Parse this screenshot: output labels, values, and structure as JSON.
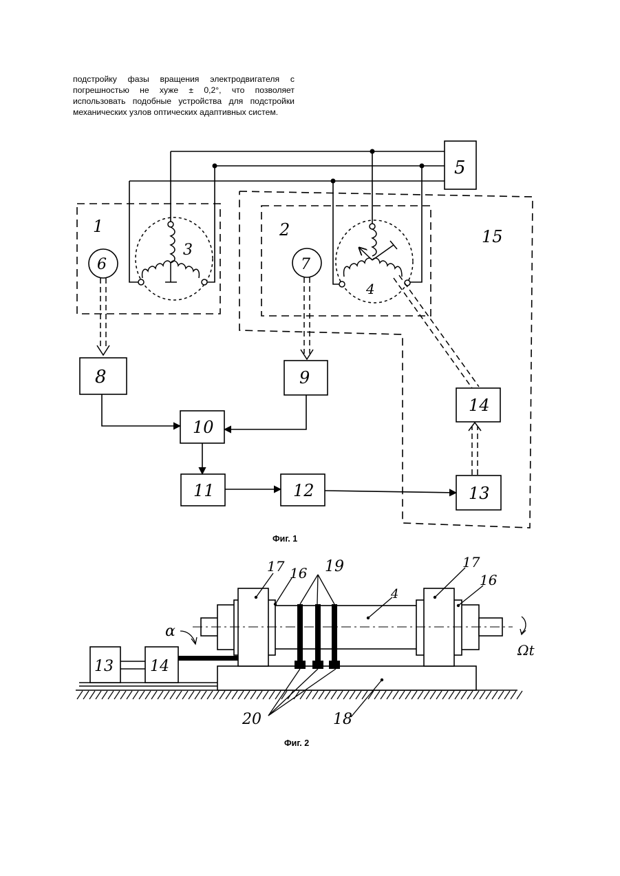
{
  "paragraph": "подстройку фазы вращения электродвигателя с погрешностью не хуже ± 0,2°, что позволяет использовать подобные устройства для подстройки механических узлов оптических адаптивных систем.",
  "figure1": {
    "caption": "Фиг. 1",
    "labels": {
      "n1": "1",
      "n2": "2",
      "n3": "3",
      "n4": "4",
      "n5": "5",
      "n6": "6",
      "n7": "7",
      "n8": "8",
      "n9": "9",
      "n10": "10",
      "n11": "11",
      "n12": "12",
      "n13": "13",
      "n14": "14",
      "n15": "15"
    }
  },
  "figure2": {
    "caption": "Фиг. 2",
    "labels": {
      "n4": "4",
      "n13": "13",
      "n14": "14",
      "n16a": "16",
      "n16b": "16",
      "n17a": "17",
      "n17b": "17",
      "n18": "18",
      "n19": "19",
      "n20": "20",
      "alpha": "α",
      "omega": "Ωt"
    }
  }
}
